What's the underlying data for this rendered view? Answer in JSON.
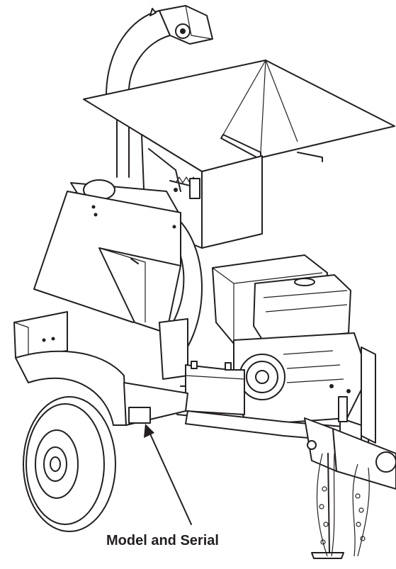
{
  "figure": {
    "callout_label": "Model and Serial",
    "subject": "wood chipper on trailer",
    "callout_target": "model and serial number plate"
  },
  "colors": {
    "line": "#231f20",
    "background": "#ffffff"
  }
}
